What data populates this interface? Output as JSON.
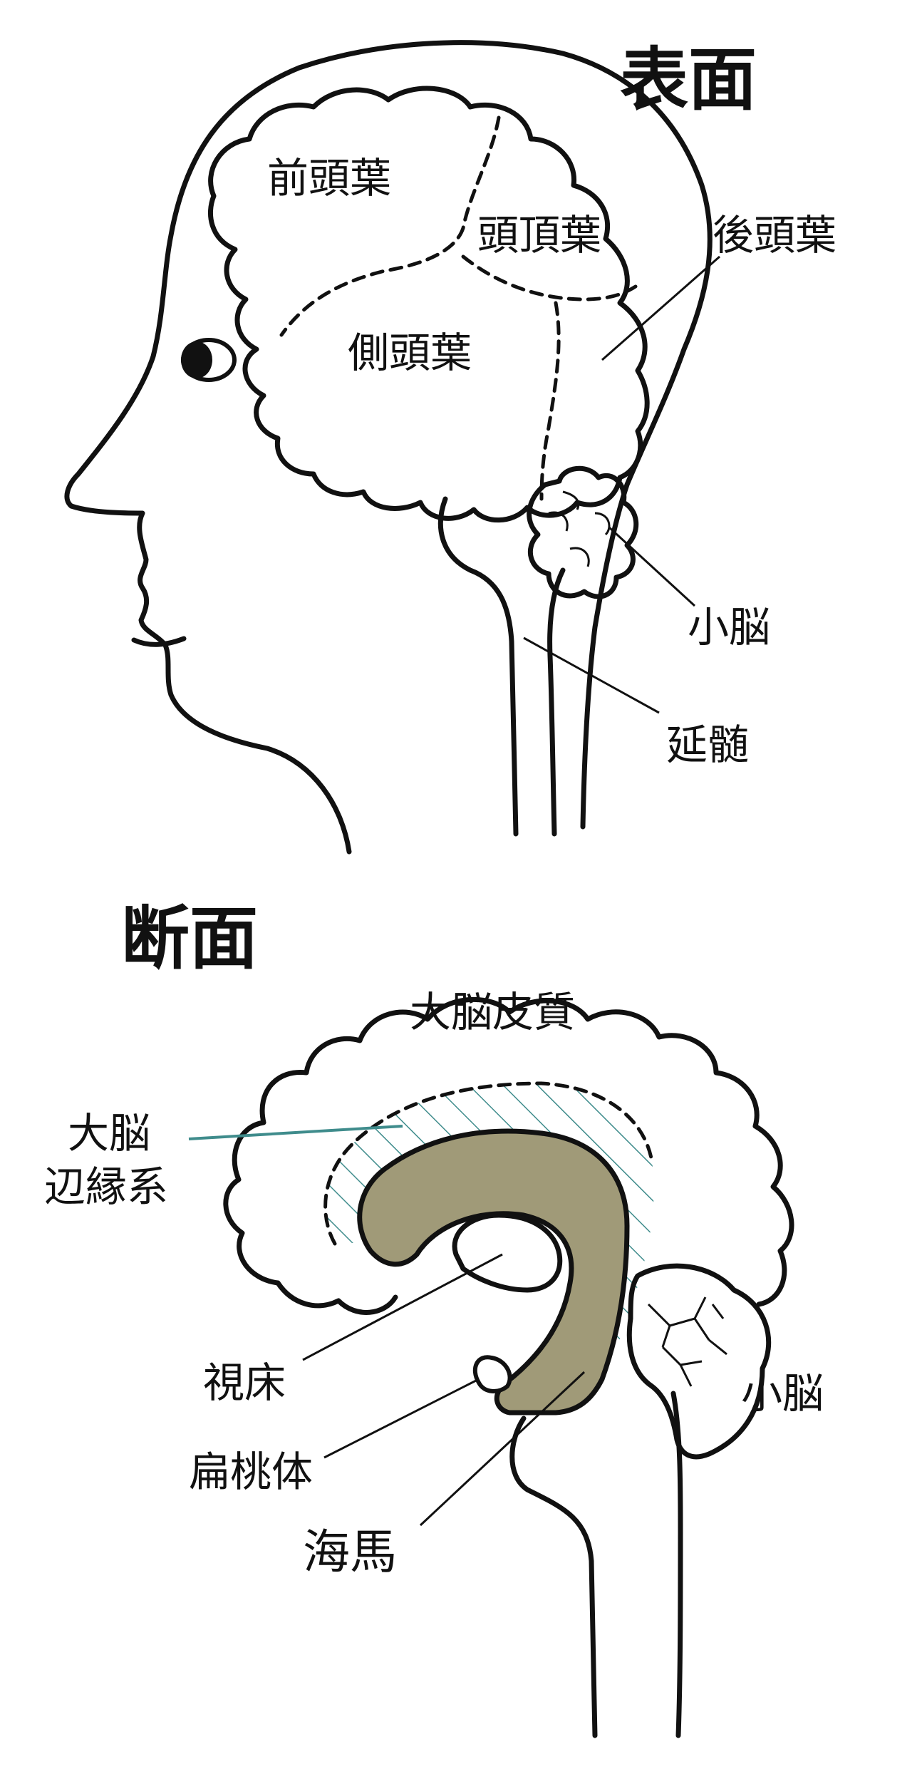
{
  "top": {
    "title": "表面",
    "labels": {
      "frontal": "前頭葉",
      "parietal": "頭頂葉",
      "occipital": "後頭葉",
      "temporal": "側頭葉",
      "cerebellum": "小脳",
      "medulla": "延髄"
    }
  },
  "bottom": {
    "title": "断面",
    "labels": {
      "cortex": "大脳皮質",
      "limbic_line1": "大脳",
      "limbic_line2": "辺縁系",
      "thalamus": "視床",
      "amygdala": "扁桃体",
      "hippocampus": "海馬",
      "cerebellum": "小脳"
    }
  },
  "colors": {
    "ink": "#111111",
    "limbic_fill": "#a09a78",
    "hatch": "#3f8c8c"
  }
}
